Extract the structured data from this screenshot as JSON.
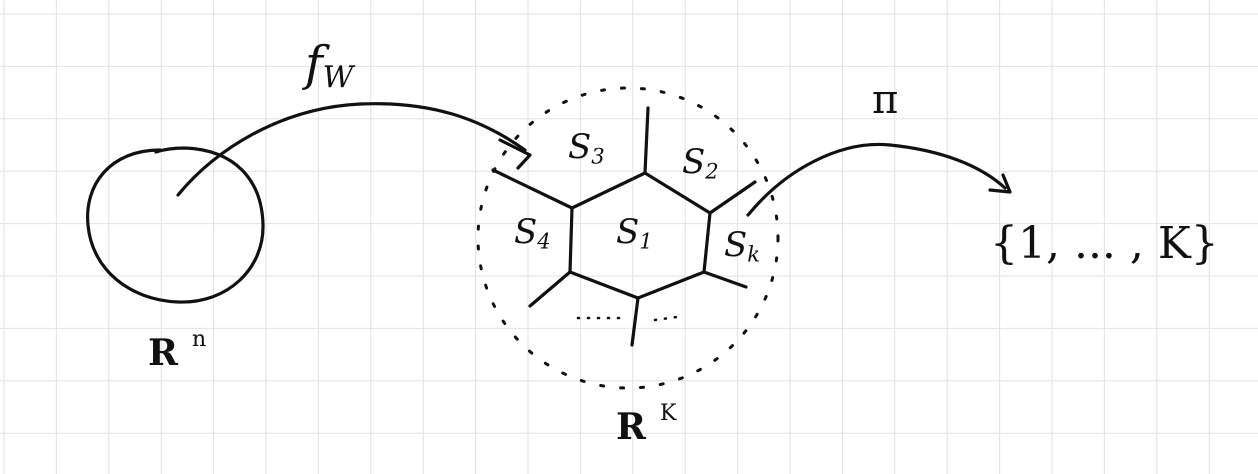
{
  "diagram": {
    "domain": {
      "symbol": "R",
      "exponent": "n"
    },
    "map_f": {
      "letter": "f",
      "subscript": "W"
    },
    "codomain": {
      "symbol": "R",
      "exponent": "K"
    },
    "regions": [
      {
        "letter": "S",
        "index": "1"
      },
      {
        "letter": "S",
        "index": "2"
      },
      {
        "letter": "S",
        "index": "3"
      },
      {
        "letter": "S",
        "index": "4"
      },
      {
        "letter": "S",
        "index": "k"
      }
    ],
    "map_pi": "π",
    "target_set": "{1, ... , K}"
  }
}
